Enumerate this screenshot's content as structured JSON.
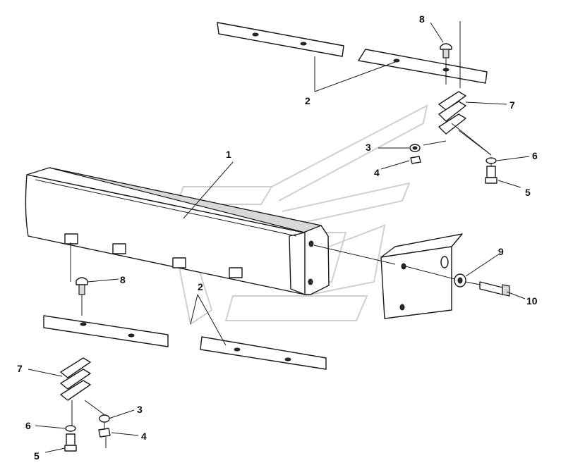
{
  "callouts": [
    {
      "id": "c1",
      "text": "1"
    },
    {
      "id": "c2a",
      "text": "2"
    },
    {
      "id": "c2b",
      "text": "2"
    },
    {
      "id": "c3a",
      "text": "3"
    },
    {
      "id": "c3b",
      "text": "3"
    },
    {
      "id": "c4a",
      "text": "4"
    },
    {
      "id": "c4b",
      "text": "4"
    },
    {
      "id": "c5a",
      "text": "5"
    },
    {
      "id": "c5b",
      "text": "5"
    },
    {
      "id": "c6a",
      "text": "6"
    },
    {
      "id": "c6b",
      "text": "6"
    },
    {
      "id": "c7a",
      "text": "7"
    },
    {
      "id": "c7b",
      "text": "7"
    },
    {
      "id": "c8a",
      "text": "8"
    },
    {
      "id": "c8b",
      "text": "8"
    },
    {
      "id": "c9",
      "text": "9"
    },
    {
      "id": "c10",
      "text": "10"
    }
  ]
}
